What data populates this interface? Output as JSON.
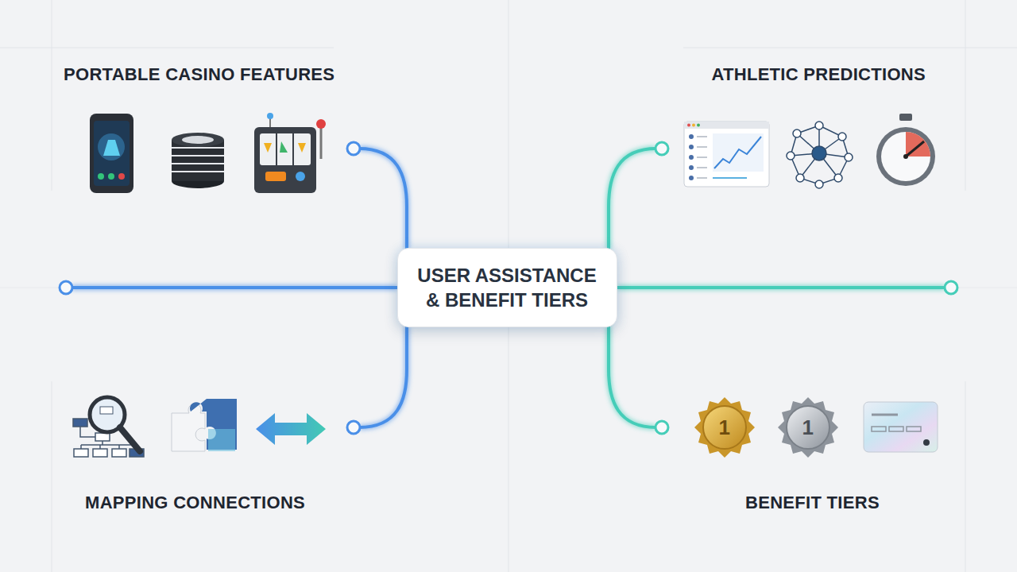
{
  "diagram": {
    "nodes": [
      {
        "text": [
          "USER ASSISTANCE & BENEFIT TIERS"
        ]
      }
    ],
    "labels": [
      "PORTABLE CASINO FEATURES",
      "ATHLETIC PREDICTIONS",
      "1",
      "1",
      "MAPPING CONNECTIONS",
      "BENEFIT TIERS"
    ]
  }
}
